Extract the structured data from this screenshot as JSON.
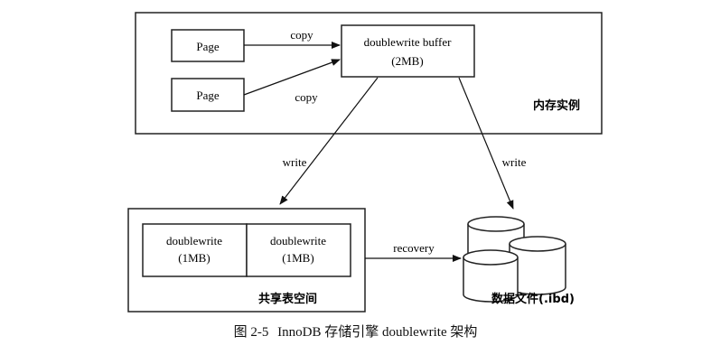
{
  "memory_instance": {
    "label": "内存实例",
    "pages": [
      {
        "label": "Page",
        "arrow_label": "copy"
      },
      {
        "label": "Page",
        "arrow_label": "copy"
      }
    ],
    "buffer": {
      "line1": "doublewrite buffer",
      "line2": "(2MB)"
    }
  },
  "arrows": {
    "write_left": "write",
    "write_right": "write",
    "recovery": "recovery"
  },
  "shared_tablespace": {
    "label": "共享表空间",
    "cells": [
      {
        "line1": "doublewrite",
        "line2": "(1MB)"
      },
      {
        "line1": "doublewrite",
        "line2": "(1MB)"
      }
    ]
  },
  "data_files": {
    "label": "数据文件(.ibd)"
  },
  "caption": {
    "number": "图 2-5",
    "text": "InnoDB 存储引擎 doublewrite 架构"
  }
}
